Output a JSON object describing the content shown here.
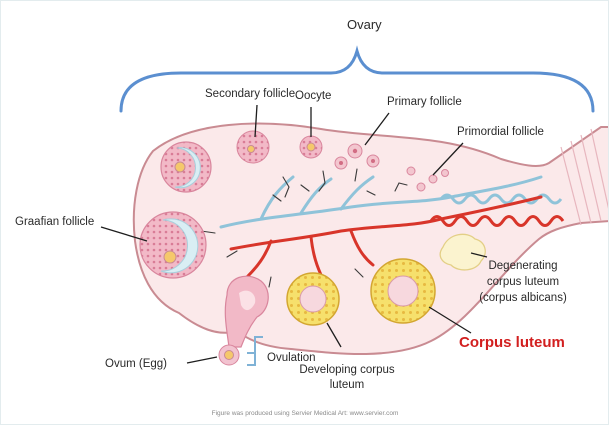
{
  "title": "Ovary",
  "labels": {
    "secondary_follicle": "Secondary follicle",
    "oocyte": "Oocyte",
    "primary_follicle": "Primary follicle",
    "primordial_follicle": "Primordial follicle",
    "graafian_follicle": "Graafian follicle",
    "degenerating_line1": "Degenerating",
    "degenerating_line2": "corpus luteum",
    "degenerating_line3": "(corpus albicans)",
    "corpus_luteum": "Corpus luteum",
    "ovum": "Ovum (Egg)",
    "ovulation": "Ovulation",
    "developing_line1": "Developing corpus",
    "developing_line2": "luteum"
  },
  "credit": "Figure was produced using Servier Medical Art: www.servier.com",
  "colors": {
    "ovary_fill": "#fbe9ea",
    "ovary_stroke": "#c98b92",
    "follicle_ring": "#e8a2b4",
    "antrum": "#d9eef4",
    "vein": "#8fc3d9",
    "artery": "#d8352a",
    "corpus_luteum": "#f6e06c",
    "corpus_albicans": "#fbf3cf",
    "highlight_label": "#d21f1f"
  }
}
